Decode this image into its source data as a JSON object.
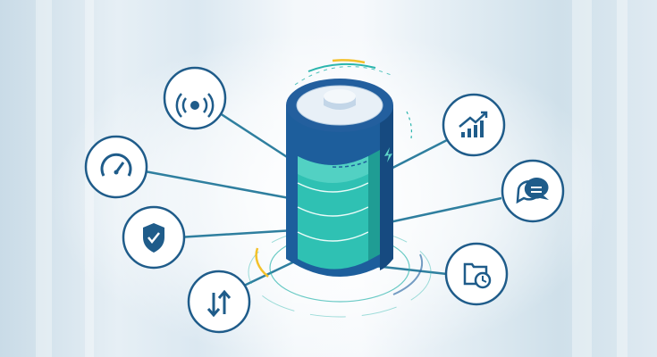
{
  "illustration": {
    "subject": "battery",
    "icons": [
      {
        "id": "signal",
        "icon": "signal-broadcast-icon"
      },
      {
        "id": "speed",
        "icon": "speedometer-icon"
      },
      {
        "id": "shield",
        "icon": "shield-check-icon"
      },
      {
        "id": "transfer",
        "icon": "up-down-arrows-icon"
      },
      {
        "id": "growth",
        "icon": "growth-chart-icon"
      },
      {
        "id": "chat",
        "icon": "chat-bubbles-icon"
      },
      {
        "id": "time",
        "icon": "folder-clock-icon"
      }
    ]
  },
  "colors": {
    "battery_body": "#1d5e9c",
    "battery_dark": "#164a80",
    "charge": "#2fc1b3",
    "charge_light": "#5fd6c8",
    "icon_stroke": "#1f5c8a",
    "line": "#2f7f9f",
    "ring_accent": "#2bb5ad",
    "gold_accent": "#f3c12a"
  }
}
